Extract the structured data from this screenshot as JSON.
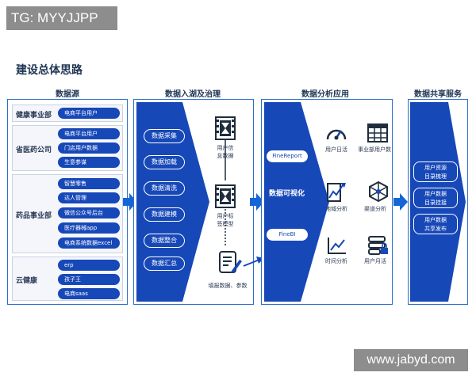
{
  "watermark_top": "TG: MYYJJPP",
  "watermark_bottom": "www.jabyd.com",
  "title": "建设总体思路",
  "sections": {
    "source": "数据源",
    "ingest": "数据入湖及治理",
    "analysis": "数据分析应用",
    "share": "数据共享服务"
  },
  "source_groups": [
    {
      "label": "健康事业部",
      "items": [
        "电商平台用户"
      ]
    },
    {
      "label": "省医药公司",
      "items": [
        "电商平台用户",
        "门店用户数据",
        "生意参谋"
      ]
    },
    {
      "label": "药品事业部",
      "items": [
        "智慧零售",
        "达人管理",
        "微信公众号后台",
        "医疗器械app",
        "电商系统数据excel"
      ]
    },
    {
      "label": "云健康",
      "items": [
        "erp",
        "孩子王",
        "电商saas"
      ]
    }
  ],
  "ingest": {
    "steps": [
      "数据采集",
      "数据加载",
      "数据清洗",
      "数据建模",
      "数据整合",
      "数据汇总"
    ],
    "nodes": [
      {
        "label": "用户信\n息数据"
      },
      {
        "label": "用户标\n签模型"
      },
      {
        "label": "填报数据、参数"
      }
    ]
  },
  "analysis": {
    "tools": [
      "FineReport",
      "FineBI"
    ],
    "center_label": "数据可视化",
    "items": [
      {
        "label": "用户日活",
        "icon": "gauge-icon"
      },
      {
        "label": "事业部用户数",
        "icon": "table-icon"
      },
      {
        "label": "地域分析",
        "icon": "map-chart-icon"
      },
      {
        "label": "渠道分析",
        "icon": "network-icon"
      },
      {
        "label": "时间分析",
        "icon": "trend-line-icon"
      },
      {
        "label": "用户月活",
        "icon": "users-lock-icon"
      }
    ]
  },
  "share": {
    "items": [
      "用户资源\n目录梳理",
      "用户数据\n目录挂接",
      "用户数据\n共享发布"
    ]
  },
  "colors": {
    "primary": "#1748b8",
    "accent": "#2c6ecb",
    "arrow": "#1565d8",
    "heading": "#1f3554"
  }
}
